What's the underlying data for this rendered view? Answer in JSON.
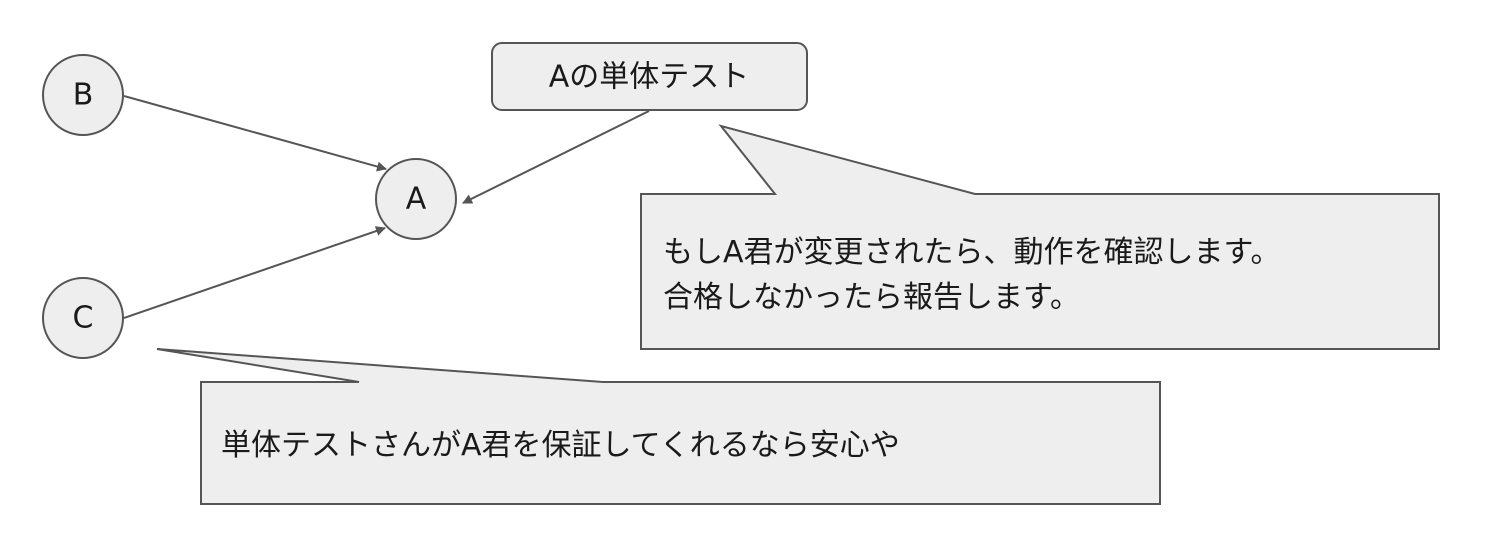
{
  "nodes": {
    "a": "A",
    "b": "B",
    "c": "C"
  },
  "unit_test_box": {
    "label": "Aの単体テスト"
  },
  "callout_right": {
    "line1": "もしA君が変更されたら、動作を確認します。",
    "line2": "合格しなかったら報告します。"
  },
  "callout_bottom": {
    "line1": "単体テストさんがA君を保証してくれるなら安心や"
  },
  "colors": {
    "node_fill": "#eeeeee",
    "stroke": "#555555",
    "callout_fill": "#eeeeee",
    "box_fill": "#eeeeee"
  }
}
